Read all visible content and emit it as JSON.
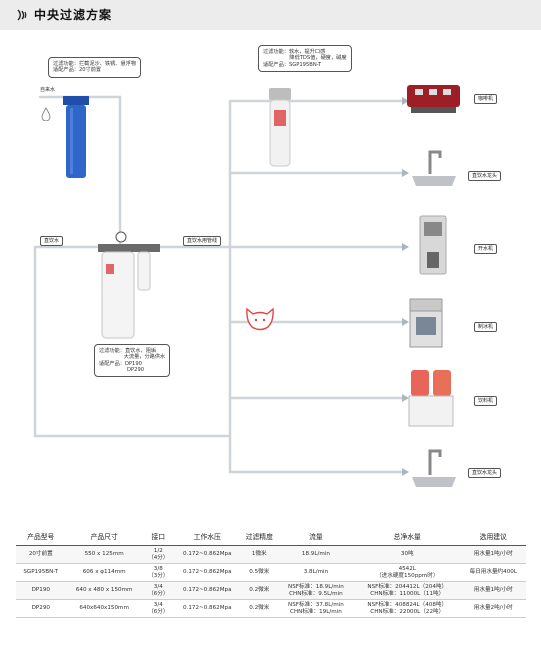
{
  "header": {
    "title": "中央过滤方案"
  },
  "labels": {
    "tap_water": "自来水",
    "direct_left": "直饮水",
    "direct_right": "直饮水用管线"
  },
  "callouts": {
    "prefilter": "过滤功能：拦截泥沙、铁锈、悬浮物\n适配产品：20寸前置",
    "sgp": "过滤功能：软水，提升口感\n                降低TDS值，硬度，碱度\n适配产品：SGP195BN-T",
    "central": "过滤功能：直饮水，阻垢\n               大流量，分路供水\n适配产品：DP190\n                 DP290"
  },
  "appliances": [
    {
      "label": "咖啡机"
    },
    {
      "label": "直饮水龙头"
    },
    {
      "label": "开水机"
    },
    {
      "label": "制冰机"
    },
    {
      "label": "饮料机"
    },
    {
      "label": "直饮水龙头"
    }
  ],
  "table": {
    "headers": [
      "产品型号",
      "产品尺寸",
      "接口",
      "工作水压",
      "过滤精度",
      "流量",
      "总净水量",
      "选用建议"
    ],
    "rows": [
      [
        "20寸前置",
        "550 x 125mm",
        "1/2\n（4分）",
        "0.172~0.862Mpa",
        "1微米",
        "18.9L/min",
        "30吨",
        "用水量1吨/小时"
      ],
      [
        "SGP195BN-T",
        "606 x φ114mm",
        "3/8\n（3分）",
        "0.172~0.862Mpa",
        "0.5微米",
        "3.8L/min",
        "4542L\n（进水硬度150ppm时）",
        "每日用水量约400L"
      ],
      [
        "DP190",
        "640 x 480 x 150mm",
        "3/4\n（6分）",
        "0.172~0.862Mpa",
        "0.2微米",
        "NSF标准：18.9L/min\nCHN标准：9.5L/min",
        "NSF标准：204412L（204吨）\nCHN标准：11000L（11吨）",
        "用水量1吨/小时"
      ],
      [
        "DP290",
        "640x640x150mm",
        "3/4\n（6分）",
        "0.172~0.862Mpa",
        "0.2微米",
        "NSF标准：37.8L/min\nCHN标准：19L/min",
        "NSF标准：408824L（408吨）\nCHN标准：22000L（22吨）",
        "用水量2吨/小时"
      ]
    ]
  },
  "colors": {
    "pipe": "#cfd3da",
    "filter_blue": "#2f66c9",
    "accent_red": "#d23a3a"
  }
}
